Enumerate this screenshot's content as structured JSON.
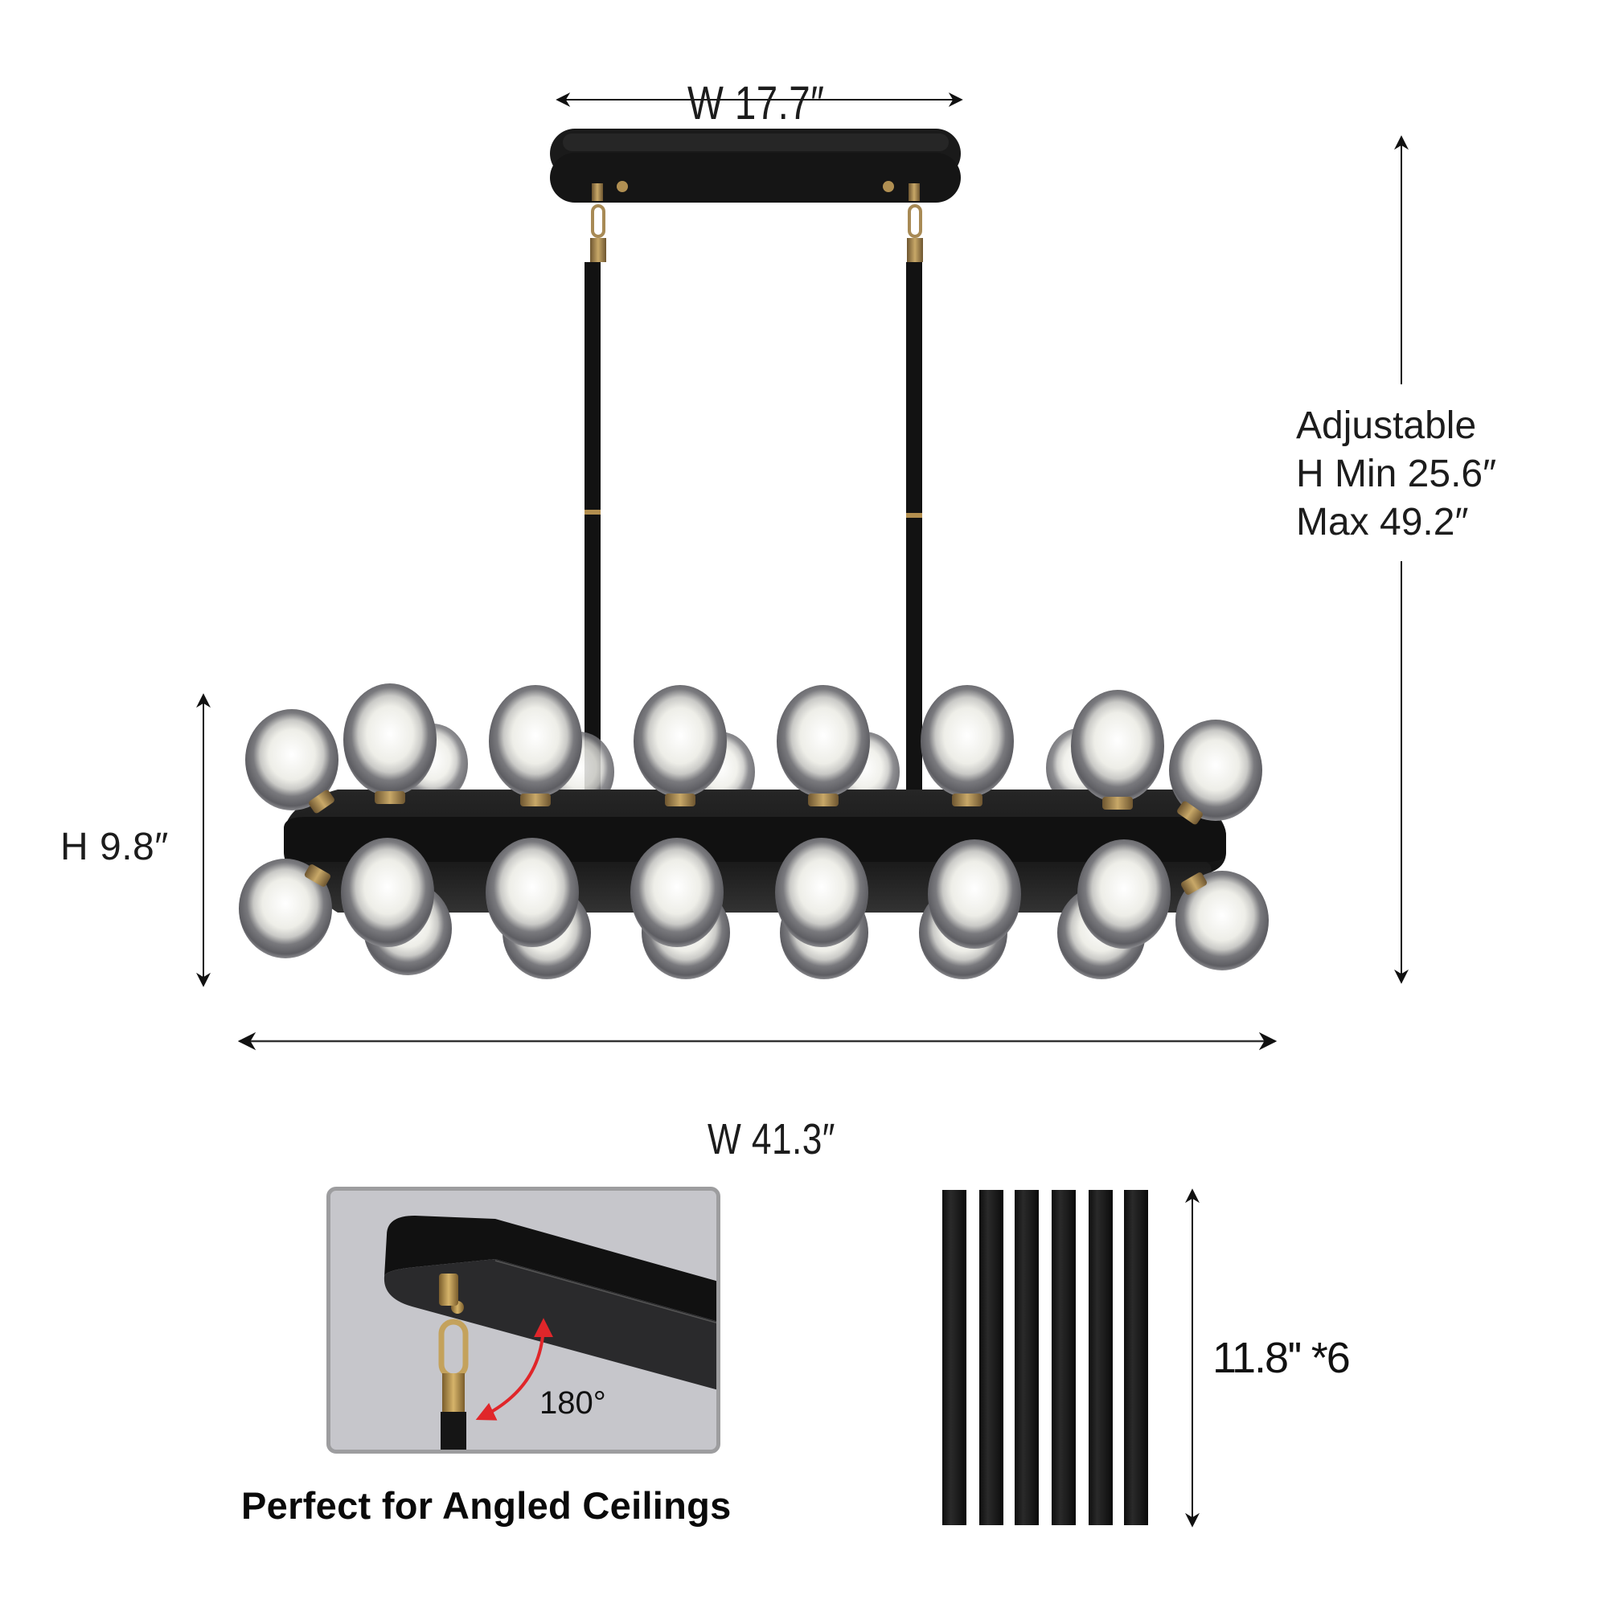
{
  "product": "Linear globe chandelier dimension diagram",
  "dimensions": {
    "canopy_width": "W 17.7″",
    "fixture_height": "H 9.8″",
    "fixture_width": "W 41.3″",
    "adjustable_height": {
      "line1": "Adjustable",
      "line2": "H Min 25.6″",
      "line3": "Max 49.2″"
    }
  },
  "inset": {
    "angle_label": "180°",
    "caption": "Perfect for Angled Ceilings"
  },
  "extension_rods": {
    "count": 6,
    "label": "11.8'' *6"
  },
  "colors": {
    "metal_black": "#141414",
    "brass": "#a88a55",
    "smoke_glass": "#6e6e72",
    "frosted_inner": "#f2f2ec",
    "arrow_red": "#e0262a",
    "inset_bg": "#c6c6cb"
  }
}
